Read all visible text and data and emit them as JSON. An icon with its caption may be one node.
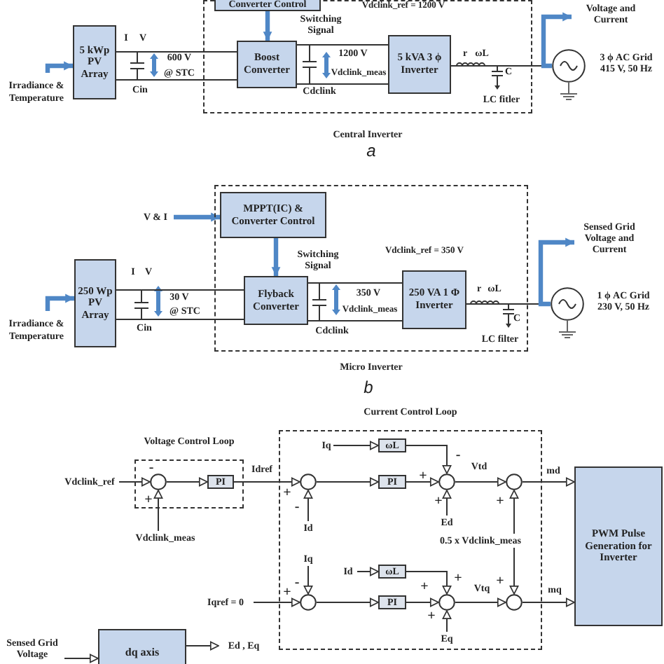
{
  "diagram": {
    "nodes": [
      {
        "text": [
          "Central Inverter"
        ]
      },
      {
        "text": [
          "Converter Control"
        ],
        "in": 0
      },
      {
        "text": [
          "Boost Converter"
        ],
        "in": 0
      },
      {
        "text": [
          "5 kVA 3 ϕ Inverter"
        ],
        "in": 0
      },
      {
        "text": [
          "Irradiance & Temperature"
        ]
      },
      {
        "text": [
          "5 kWp PV Array"
        ]
      },
      {
        "text": [
          "Voltage and Current"
        ]
      },
      {
        "text": [],
        "shape": "circle",
        "beside": [
          "3 ϕ AC Grid 415 V, 50 Hz"
        ]
      },
      {
        "text": [
          "Micro Inverter"
        ]
      },
      {
        "text": [
          "MPPT(IC) & Converter Control"
        ],
        "in": 8
      },
      {
        "text": [
          "Flyback Converter"
        ],
        "in": 8
      },
      {
        "text": [
          "250 VA 1 Φ Inverter"
        ],
        "in": 8
      },
      {
        "text": [
          "V & I"
        ]
      },
      {
        "text": [
          "Sensed Grid Voltage and Current"
        ]
      },
      {
        "text": [
          "Irradiance & Temperature"
        ]
      },
      {
        "text": [
          "250 Wp PV Array"
        ]
      },
      {
        "text": [],
        "shape": "circle",
        "beside": [
          "1 ϕ AC Grid 230 V, 50 Hz"
        ]
      },
      {
        "text": [
          "Current Control Loop"
        ]
      },
      {
        "text": [
          "Voltage Control Loop"
        ]
      },
      {
        "text": [
          "Vdclink_ref"
        ]
      },
      {
        "text": [],
        "shape": "circle",
        "in": 18
      },
      {
        "text": [
          "PI"
        ],
        "in": 18
      },
      {
        "text": [
          "Vdclink_meas"
        ]
      },
      {
        "text": [
          "Iq"
        ],
        "in": 17
      },
      {
        "text": [
          "ωL"
        ],
        "in": 17
      },
      {
        "text": [],
        "shape": "circle",
        "in": 17
      },
      {
        "text": [
          "PI"
        ],
        "in": 17
      },
      {
        "text": [],
        "shape": "circle",
        "in": 17
      },
      {
        "text": [
          "Id"
        ],
        "in": 17
      },
      {
        "text": [
          "Ed"
        ],
        "in": 17
      },
      {
        "text": [],
        "shape": "circle",
        "in": 17
      },
      {
        "text": [
          "0.5 x Vdclink_meas"
        ],
        "in": 17
      },
      {
        "text": [
          "PWM Pulse Generation for Inverter"
        ]
      },
      {
        "text": [
          "Iq"
        ],
        "in": 17
      },
      {
        "text": [
          "Id"
        ],
        "in": 17
      },
      {
        "text": [
          "ωL"
        ],
        "in": 17
      },
      {
        "text": [
          "Iqref = 0"
        ]
      },
      {
        "text": [],
        "shape": "circle",
        "in": 17
      },
      {
        "text": [
          "PI"
        ],
        "in": 17
      },
      {
        "text": [],
        "shape": "circle",
        "in": 17
      },
      {
        "text": [
          "Eq"
        ],
        "in": 17
      },
      {
        "text": [],
        "shape": "circle",
        "in": 17
      },
      {
        "text": [
          "Sensed Grid Voltage"
        ]
      },
      {
        "text": [
          "dq axis"
        ]
      },
      {
        "text": [
          "Ed , Eq"
        ]
      }
    ],
    "edges": [
      {
        "from": 4,
        "to": 5,
        "arrow": "to",
        "style": "thick",
        "color": "#4f87c6"
      },
      {
        "from": 1,
        "to": 2,
        "arrow": "to",
        "style": "thick",
        "color": "#4f87c6"
      },
      {
        "from": 5,
        "to": 2,
        "arrow": "none"
      },
      {
        "from": 2,
        "to": 3,
        "arrow": "none"
      },
      {
        "from": 3,
        "to": 7,
        "arrow": "none"
      },
      {
        "from": 7,
        "to": 6,
        "arrow": "to",
        "style": "thick",
        "color": "#4f87c6"
      },
      {
        "from": 12,
        "to": 9,
        "arrow": "to",
        "style": "thick",
        "color": "#4f87c6"
      },
      {
        "from": 9,
        "to": 10,
        "arrow": "to",
        "style": "thick",
        "color": "#4f87c6"
      },
      {
        "from": 14,
        "to": 15,
        "arrow": "to",
        "style": "thick",
        "color": "#4f87c6"
      },
      {
        "from": 15,
        "to": 10,
        "arrow": "none"
      },
      {
        "from": 10,
        "to": 11,
        "arrow": "none"
      },
      {
        "from": 11,
        "to": 16,
        "arrow": "none"
      },
      {
        "from": 16,
        "to": 13,
        "arrow": "to",
        "style": "thick",
        "color": "#4f87c6"
      },
      {
        "from": 19,
        "to": 20,
        "arrow": "to"
      },
      {
        "from": 22,
        "to": 20,
        "arrow": "to"
      },
      {
        "from": 20,
        "to": 21,
        "arrow": "to"
      },
      {
        "from": 21,
        "to": 25,
        "arrow": "to",
        "label": "Idref"
      },
      {
        "from": 28,
        "to": 25,
        "arrow": "to"
      },
      {
        "from": 23,
        "to": 24,
        "arrow": "to"
      },
      {
        "from": 24,
        "to": 27,
        "arrow": "to"
      },
      {
        "from": 25,
        "to": 26,
        "arrow": "to"
      },
      {
        "from": 26,
        "to": 27,
        "arrow": "to"
      },
      {
        "from": 29,
        "to": 27,
        "arrow": "to"
      },
      {
        "from": 27,
        "to": 30,
        "arrow": "to",
        "label": "Vtd"
      },
      {
        "from": 31,
        "to": 30,
        "arrow": "to"
      },
      {
        "from": 30,
        "to": 32,
        "arrow": "to",
        "label": "md"
      },
      {
        "from": 36,
        "to": 37,
        "arrow": "to"
      },
      {
        "from": 33,
        "to": 37,
        "arrow": "to"
      },
      {
        "from": 37,
        "to": 38,
        "arrow": "to"
      },
      {
        "from": 34,
        "to": 35,
        "arrow": "to"
      },
      {
        "from": 35,
        "to": 39,
        "arrow": "to"
      },
      {
        "from": 38,
        "to": 39,
        "arrow": "to"
      },
      {
        "from": 40,
        "to": 39,
        "arrow": "to"
      },
      {
        "from": 39,
        "to": 41,
        "arrow": "to",
        "label": "Vtq"
      },
      {
        "from": 31,
        "to": 41,
        "arrow": "to"
      },
      {
        "from": 41,
        "to": 32,
        "arrow": "to",
        "label": "mq"
      },
      {
        "from": 42,
        "to": 43,
        "arrow": "to"
      },
      {
        "from": 43,
        "to": 44,
        "arrow": "to"
      }
    ],
    "labels": [
      "I",
      "V",
      "600 V",
      "@ STC",
      "Cin",
      "Switching Signal",
      "Vdclink_ref = 1200 V",
      "1200 V",
      "Vdclink_meas",
      "Cdclink",
      "r",
      "ωL",
      "C",
      "LC fitler",
      "a",
      "I",
      "V",
      "30 V",
      "@ STC",
      "Cin",
      "Switching Signal",
      "Vdclink_ref = 350 V",
      "350 V",
      "Vdclink_meas",
      "Cdclink",
      "r",
      "ωL",
      "C",
      "LC filter",
      "b",
      "-",
      "+",
      "+",
      "-",
      "-",
      "+",
      "+",
      "+",
      "-",
      "+",
      "+",
      "+",
      "+",
      "+"
    ]
  }
}
